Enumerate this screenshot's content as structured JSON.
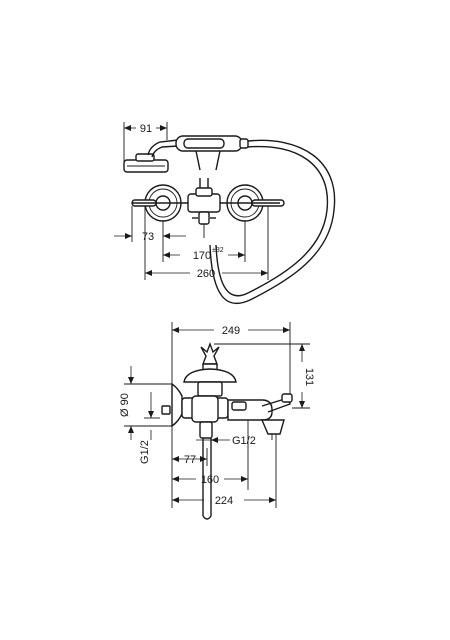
{
  "top_view": {
    "dim_handshower_width": "91",
    "dim_side_offset": "73",
    "dim_center_distance": "170",
    "dim_center_tolerance": "±32",
    "dim_overall_width": "260"
  },
  "side_view": {
    "dim_depth": "249",
    "dim_height": "131",
    "dim_rosette_diameter": "Ø 90",
    "dim_thread_left": "G1/2",
    "dim_thread_right": "G1/2",
    "dim_wall_77": "77",
    "dim_spout_160": "160",
    "dim_total_224": "224"
  }
}
